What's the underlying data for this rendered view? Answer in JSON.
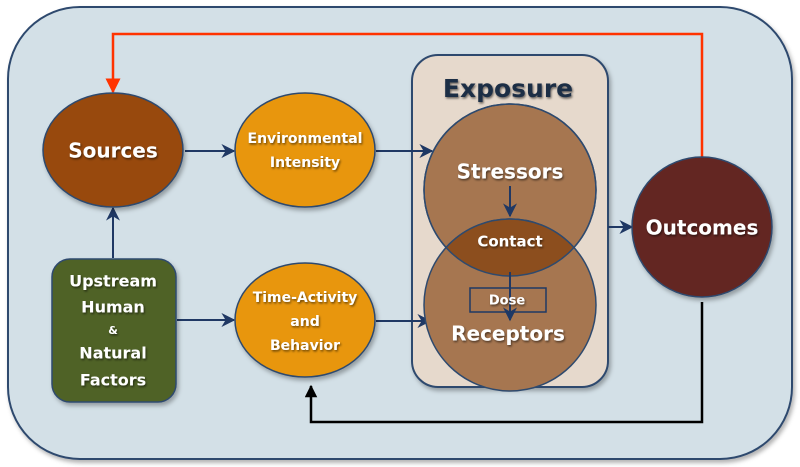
{
  "colors": {
    "background_panel": "#d3e0e7",
    "panel_border": "#2e4a6e",
    "exposure_panel": "#e6d9cc",
    "sources": "#984807",
    "intermediate": "#e8960c",
    "upstream": "#4f6228",
    "stressor_receptor": "#a67650",
    "contact": "#8c4e1e",
    "outcomes": "#632523",
    "feedback_red": "#ff3300",
    "feedback_black": "#000000",
    "arrow": "#1f3864",
    "exposure_title": "#1f2d45"
  },
  "nodes": {
    "sources": {
      "label": "Sources"
    },
    "environmental_intensity": {
      "line1": "Environmental",
      "line2": "Intensity"
    },
    "upstream": {
      "line1": "Upstream",
      "line2": "Human",
      "line3": "&",
      "line4": "Natural",
      "line5": "Factors"
    },
    "time_activity": {
      "line1": "Time-Activity",
      "line2": "and",
      "line3": "Behavior"
    },
    "exposure": {
      "title": "Exposure"
    },
    "stressors": {
      "label": "Stressors"
    },
    "contact": {
      "label": "Contact"
    },
    "dose": {
      "label": "Dose"
    },
    "receptors": {
      "label": "Receptors"
    },
    "outcomes": {
      "label": "Outcomes"
    }
  }
}
